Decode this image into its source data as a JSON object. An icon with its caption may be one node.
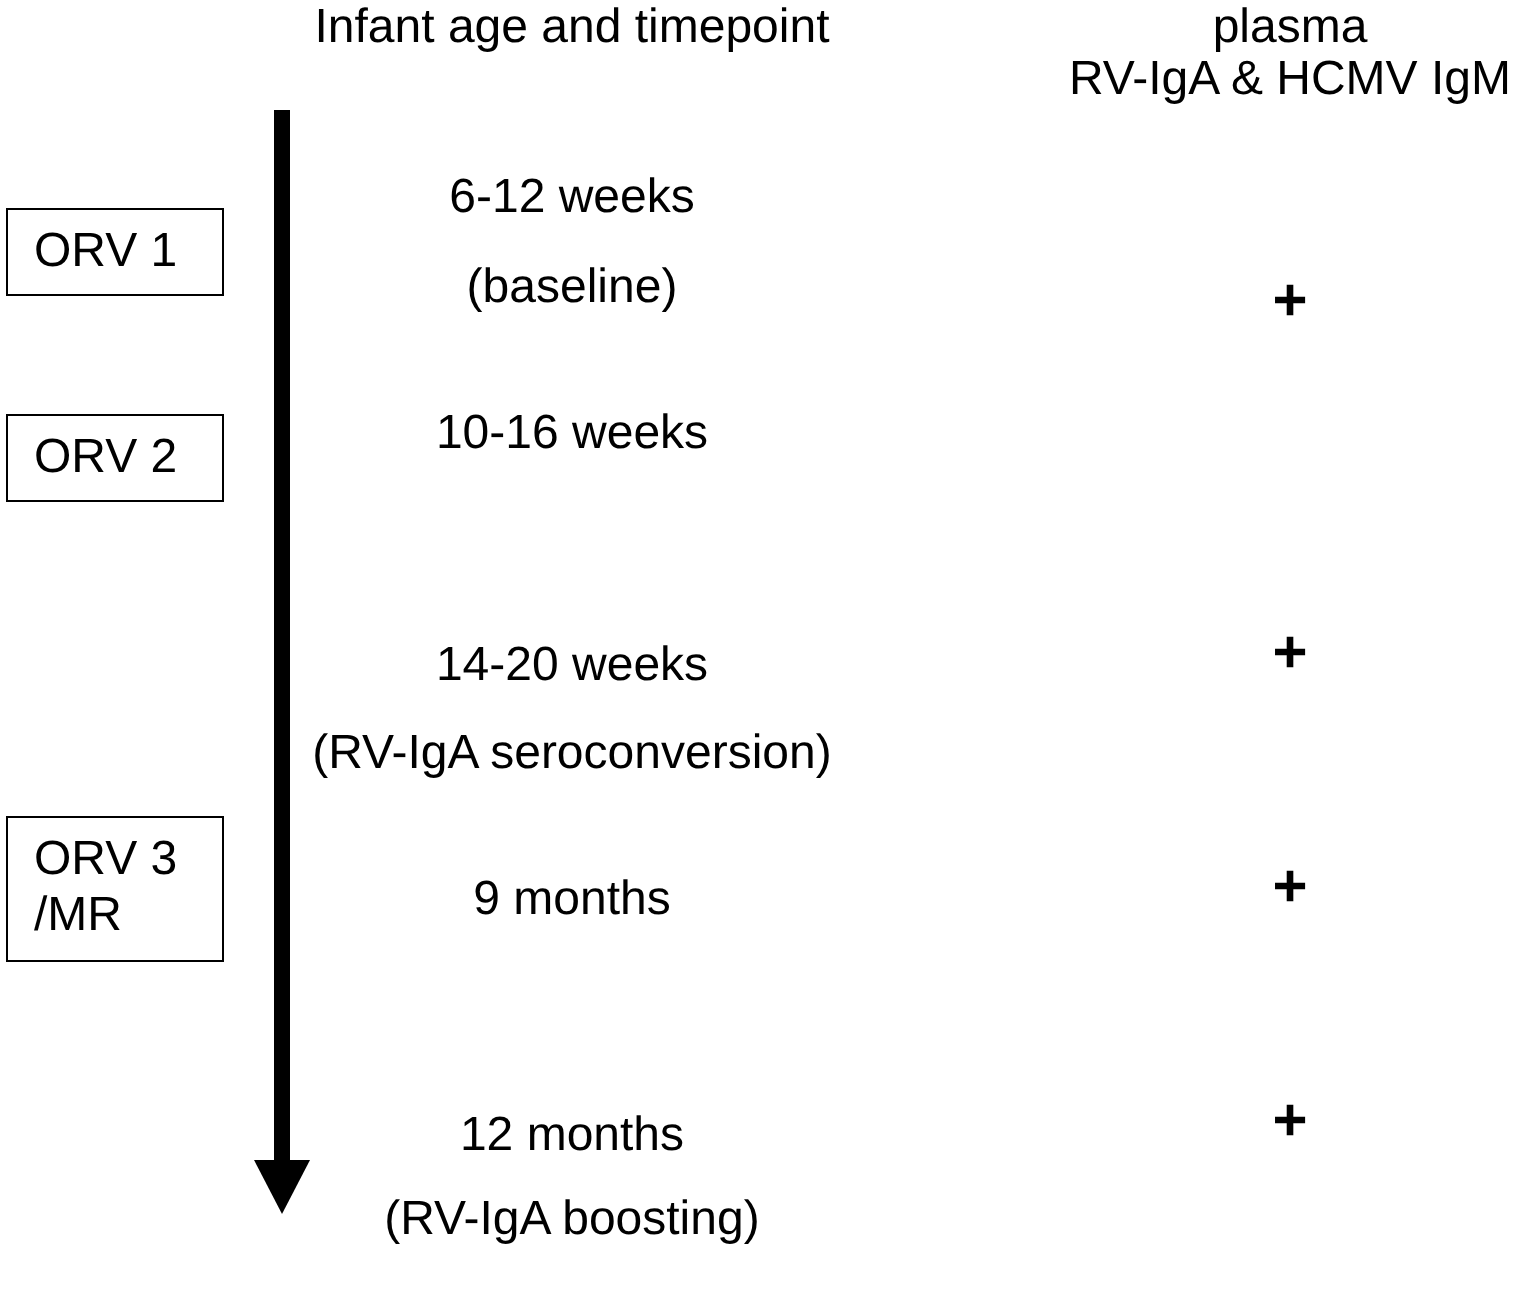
{
  "diagram": {
    "nodes": [
      {
        "text": [
          "ORV 1"
        ]
      },
      {
        "text": [
          "ORV 2"
        ]
      },
      {
        "text": [
          "ORV 3 /MR"
        ]
      }
    ],
    "labels": [
      "Infant age and timepoint",
      "plasma",
      "RV-IgA & HCMV IgM",
      "6-12 weeks",
      "(baseline)",
      "+",
      "10-16 weeks",
      "14-20 weeks",
      "+",
      "(RV-IgA seroconversion)",
      "9 months",
      "+",
      "12 months",
      "+",
      "(RV-IgA boosting)"
    ]
  }
}
